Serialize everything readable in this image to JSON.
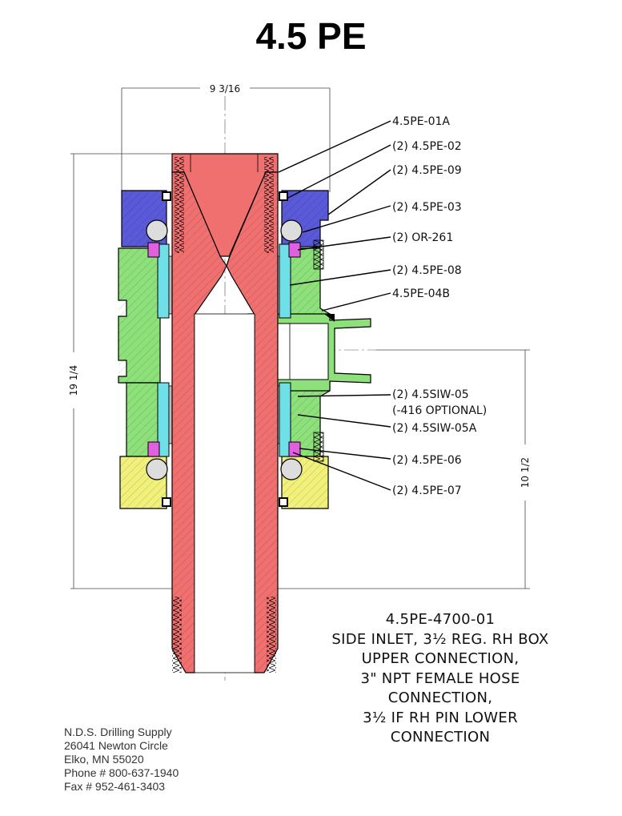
{
  "title": "4.5 PE",
  "dimensions": {
    "top_width": "9 3/16",
    "overall_height": "19 1/4",
    "lower_height": "10 1/2"
  },
  "callouts": [
    "4.5PE-01A",
    "(2) 4.5PE-02",
    "(2) 4.5PE-09",
    "(2) 4.5PE-03",
    "(2) OR-261",
    "(2) 4.5PE-08",
    "4.5PE-04B",
    "(2) 4.5SIW-05",
    "(-416 OPTIONAL)",
    "(2) 4.5SIW-05A",
    "(2) 4.5PE-06",
    "(2) 4.5PE-07"
  ],
  "description": {
    "part_number": "4.5PE-4700-01",
    "lines": [
      "SIDE INLET, 3½ REG. RH BOX",
      "UPPER CONNECTION,",
      "3\" NPT FEMALE HOSE",
      "CONNECTION,",
      "3½ IF RH PIN LOWER",
      "CONNECTION"
    ]
  },
  "company": {
    "name": "N.D.S. Drilling Supply",
    "address": "26041 Newton Circle",
    "city": "Elko, MN  55020",
    "phone": "Phone # 800-637-1940",
    "fax": "Fax # 952-461-3403"
  },
  "colors": {
    "mandrel": "#f07070",
    "housing": "#8ee07a",
    "upper_cap": "#5a5ad8",
    "lower_cap": "#f0f07a",
    "sleeve": "#70e0e8",
    "seal": "#e060e0"
  }
}
